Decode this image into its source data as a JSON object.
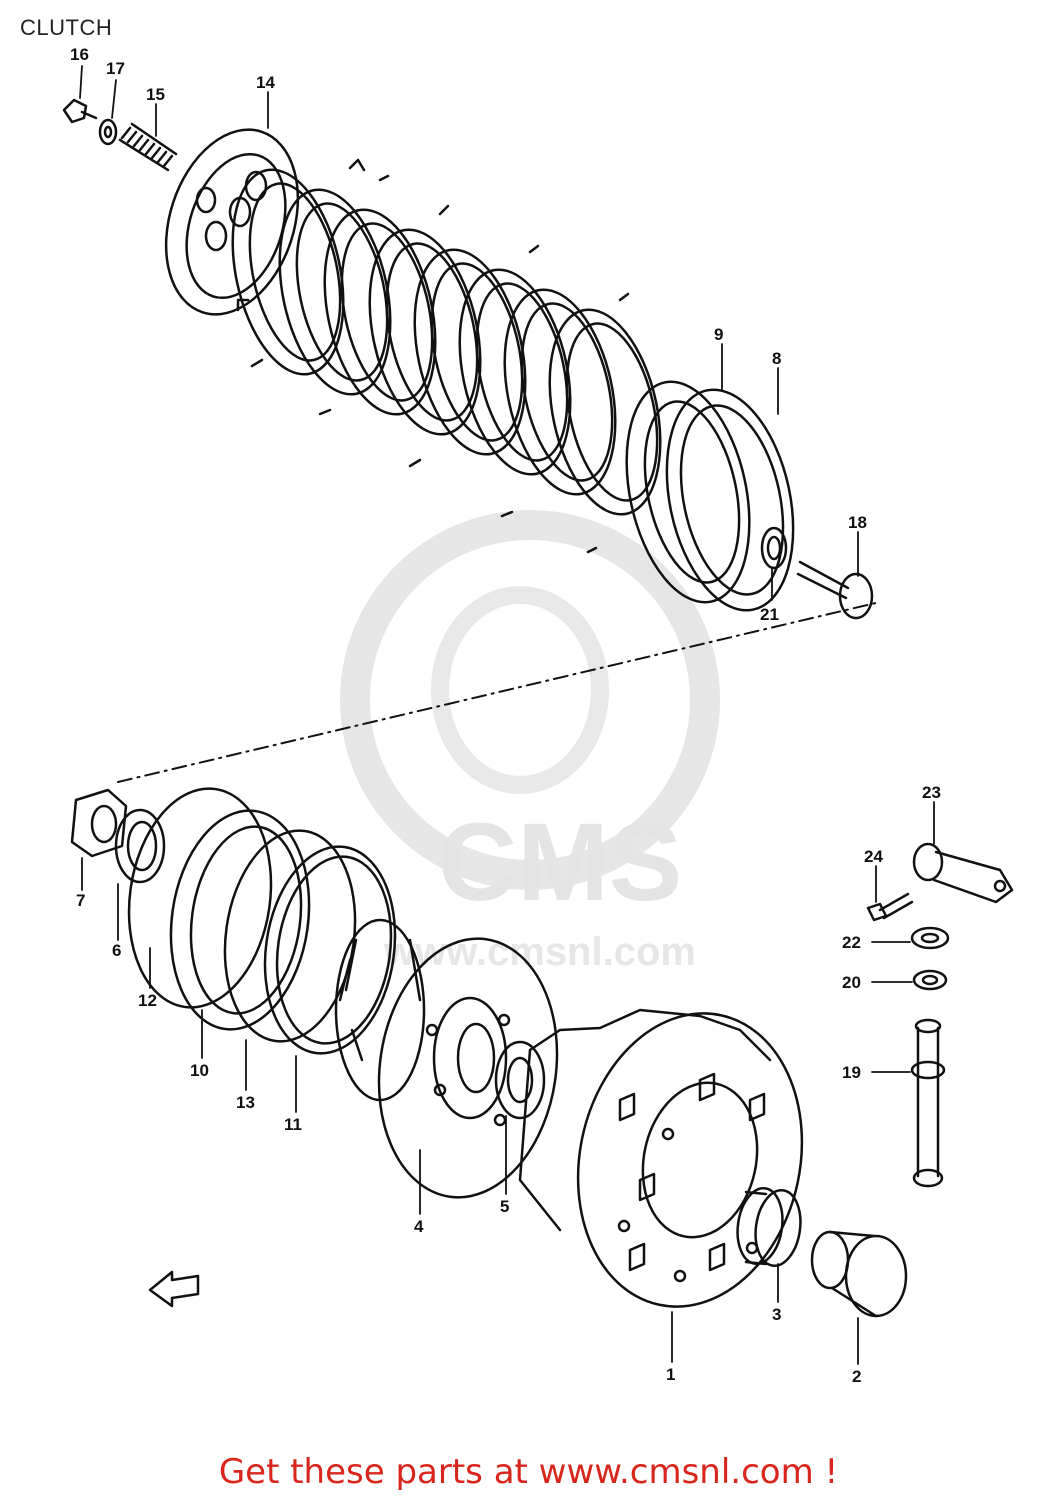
{
  "title": "CLUTCH",
  "footer": "Get these parts at www.cmsnl.com !",
  "watermark": "CMS",
  "watermark_url": "www.cmsnl.com",
  "colors": {
    "line": "#111111",
    "watermark": "#e4e4e4",
    "footer": "#d8261c"
  },
  "callouts": {
    "c1": "1",
    "c2": "2",
    "c3": "3",
    "c4": "4",
    "c5": "5",
    "c6": "6",
    "c7": "7",
    "c8": "8",
    "c9": "9",
    "c10": "10",
    "c11": "11",
    "c12": "12",
    "c13": "13",
    "c14": "14",
    "c15": "15",
    "c16": "16",
    "c17": "17",
    "c18": "18",
    "c19": "19",
    "c20": "20",
    "c21": "21",
    "c22": "22",
    "c23": "23",
    "c24": "24"
  }
}
